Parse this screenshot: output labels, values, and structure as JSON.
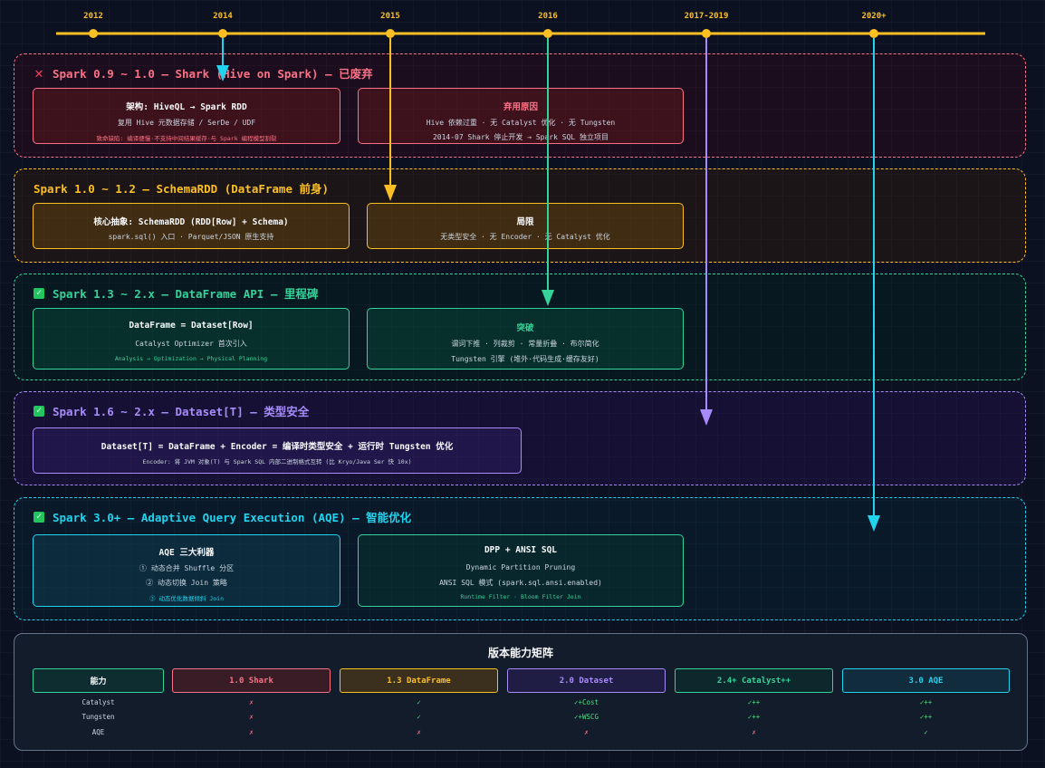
{
  "timeline": {
    "years": [
      "2012",
      "2014",
      "2015",
      "2016",
      "2017-2019",
      "2020+"
    ],
    "line_color": "#fbbf24"
  },
  "sections": {
    "shark": {
      "title": "Spark 0.9 ~ 1.0 — Shark (Hive on Spark) — 已废弃",
      "icon": "cross-icon",
      "color": "#fb7185",
      "arch": {
        "title": "架构: HiveQL → Spark RDD",
        "line1": "复用 Hive 元数据存储 / SerDe / UDF",
        "note": "致命缺陷: 编译便慢·不支持中间结果缓存·与 Spark 编程模型割裂"
      },
      "deprecated": {
        "title": "弃用原因",
        "line1": "Hive 依赖过重 · 无 Catalyst 优化 · 无 Tungsten",
        "line2": "2014-07 Shark 停止开发 → Spark SQL 独立项目"
      }
    },
    "schemardd": {
      "title": "Spark 1.0 ~ 1.2 — SchemaRDD (DataFrame 前身)",
      "color": "#fbbf24",
      "core": {
        "title": "核心抽象: SchemaRDD (RDD[Row] + Schema)",
        "line1": "spark.sql() 入口 · Parquet/JSON 原生支持"
      },
      "limits": {
        "title": "局限",
        "line1": "无类型安全 · 无 Encoder · 无 Catalyst 优化"
      }
    },
    "dataframe": {
      "title": "Spark 1.3 ~ 2.x — DataFrame API — 里程碑",
      "icon": "check-icon",
      "color": "#34d399",
      "def": {
        "title": "DataFrame = Dataset[Row]",
        "line1": "Catalyst Optimizer 首次引入",
        "note": "Analysis → Optimization → Physical Planning"
      },
      "breakthrough": {
        "title": "突破",
        "line1": "谓词下推 · 列裁剪 · 常量折叠 · 布尔简化",
        "line2": "Tungsten 引擎 (堆外·代码生成·缓存友好)"
      }
    },
    "dataset": {
      "title": "Spark 1.6 ~ 2.x — Dataset[T] — 类型安全",
      "icon": "check-icon",
      "color": "#a78bfa",
      "formula": {
        "title": "Dataset[T] = DataFrame + Encoder = 编译时类型安全 + 运行时 Tungsten 优化",
        "line1": "Encoder: 将 JVM 对象(T) 与 Spark SQL 内部二进制格式互转 (比 Kryo/Java Ser 快 10x)"
      }
    },
    "aqe": {
      "title": "Spark 3.0+ — Adaptive Query Execution (AQE) — 智能优化",
      "icon": "check-icon",
      "color": "#22d3ee",
      "three": {
        "title": "AQE 三大利器",
        "line1": "① 动态合并 Shuffle 分区",
        "line2": "② 动态切换 Join 策略",
        "note": "③ 动态优化数据倾斜 Join"
      },
      "dpp": {
        "title": "DPP + ANSI SQL",
        "line1": "Dynamic Partition Pruning",
        "line2": "ANSI SQL 模式 (spark.sql.ansi.enabled)",
        "note": "Runtime Filter · Bloom Filter Join"
      }
    }
  },
  "matrix": {
    "title": "版本能力矩阵",
    "headers": [
      {
        "label": "能力",
        "color": "#34d399"
      },
      {
        "label": "1.0 Shark",
        "color": "#fb7185"
      },
      {
        "label": "1.3 DataFrame",
        "color": "#fbbf24"
      },
      {
        "label": "2.0 Dataset",
        "color": "#a78bfa"
      },
      {
        "label": "2.4+ Catalyst++",
        "color": "#34d399"
      },
      {
        "label": "3.0 AQE",
        "color": "#22d3ee"
      }
    ],
    "rows": [
      {
        "label": "Catalyst",
        "cells": [
          "✗",
          "✓",
          "✓+Cost",
          "✓++",
          "✓++"
        ]
      },
      {
        "label": "Tungsten",
        "cells": [
          "✗",
          "✓",
          "✓+WSCG",
          "✓++",
          "✓++"
        ]
      },
      {
        "label": "AQE",
        "cells": [
          "✗",
          "✗",
          "✗",
          "✗",
          "✓"
        ]
      }
    ],
    "yes_color": "#4ade80",
    "no_color": "#fb7185"
  }
}
